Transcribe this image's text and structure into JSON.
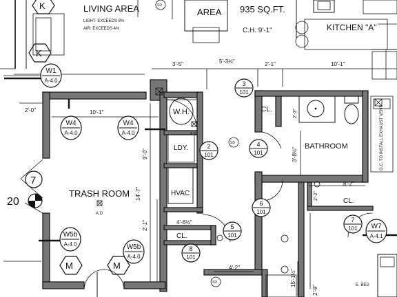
{
  "rooms": {
    "living": {
      "name": "LIVING AREA",
      "light": "LIGHT: EXCEEDS 8%",
      "air": "AIR: EXCEEDS 4%"
    },
    "dining": {
      "name": "AREA"
    },
    "area_sqft": "935 SQ.FT.",
    "ceiling": "C.H. 9'-1\"",
    "kitchen": "KITCHEN \"A\"",
    "trash": {
      "name": "TRASH ROOM",
      "ad": "A.D."
    },
    "wh": "W.H.",
    "ldy": "LDY.",
    "hvac": "HVAC",
    "cl_upper": "CL.",
    "cl_lower": "CL.",
    "cl_right": "CL.",
    "bathroom": "BATHROOM",
    "bed": "E. BED",
    "wh_ad": "A.D.",
    "exhaust_note": "G.C. TO INSTALL EXHAUST VENT"
  },
  "dimensions": {
    "d_3_5": "3'-5\"",
    "d_5_3": "5'-3½\"",
    "d_2_1_top": "2'-1\"",
    "d_10_1_top": "10'-1\"",
    "d_2_0": "2'-0\"",
    "d_10_1": "10'-1\"",
    "d_9_0": "9'-0\"",
    "d_14_7": "14'-7\"",
    "d_2_1_side": "2'-1\"",
    "d_3_8": "3'-8½\"",
    "d_2_3": "2'-3\"",
    "d_4_6": "4'-6½\"",
    "d_8_2": "8'-2\"",
    "d_2_2": "2'-2\"",
    "d_4_2": "4'-2\"",
    "d_15_1": "15'-1½\"",
    "d_2_9": "2'-9\"",
    "d_20": "20"
  },
  "tags": {
    "k1": "K",
    "k2": "K",
    "m1": "M",
    "m2": "M",
    "grid7": "7",
    "sd_top": "SD",
    "sd_mid": "SD",
    "sd_low": "SD"
  },
  "window_tags": [
    {
      "id": "W1",
      "ref": "A-4.0"
    },
    {
      "id": "W4",
      "ref": "A-4.0"
    },
    {
      "id": "W4",
      "ref": "A-4.0"
    },
    {
      "id": "W5b",
      "ref": "A-4.0"
    },
    {
      "id": "W5b",
      "ref": "A-4.0"
    },
    {
      "id": "W7",
      "ref": "A-4.1"
    }
  ],
  "door_tags": [
    {
      "num": "3",
      "ref": "101"
    },
    {
      "num": "2",
      "ref": "101"
    },
    {
      "num": "4",
      "ref": "101"
    },
    {
      "num": "6",
      "ref": "101"
    },
    {
      "num": "5",
      "ref": "101"
    },
    {
      "num": "8",
      "ref": "101"
    },
    {
      "num": "7",
      "ref": "101"
    }
  ]
}
